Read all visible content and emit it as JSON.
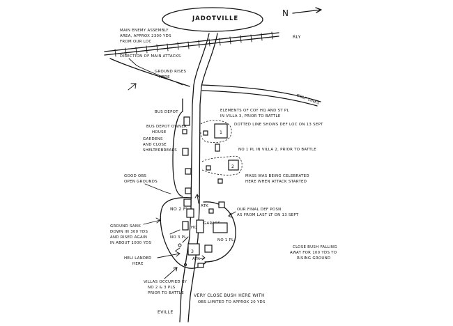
{
  "places": {
    "jadotville": "JADOTVILLE",
    "eville": "EVILLE"
  },
  "north": "N",
  "railway": "RLY",
  "labels": {
    "assembly": [
      "MAIN ENEMY ASSEMBLY",
      "AREA, APPROX 2300 YDS",
      "FROM OUR LOC"
    ],
    "direction": "DIRECTION OF MAIN ATTACKS",
    "ground_rises": [
      "GROUND RISES",
      "HERE"
    ],
    "golf": "GOLF LINKS",
    "bus_depot": "BUS DEPOT",
    "bus_depot_house": [
      "BUS DEPOT OWNER",
      "HOUSE"
    ],
    "gardens": [
      "GARDENS",
      "AND CLOSE",
      "SHELTERBREAKS"
    ],
    "villa3_elements": [
      "ELEMENTS OF COY HQ AND ST PL",
      "IN VILLA 3, PRIOR TO BATTLE"
    ],
    "dotted_line": "DOTTED LINE SHOWS DEF LOC ON 13 SEPT",
    "villa2": "NO 1 PL IN VILLA 2, PRIOR TO BATTLE",
    "mass": [
      "MASS WAS BEING CELEBRATED",
      "HERE WHEN ATTACK STARTED"
    ],
    "good_obs": [
      "GOOD OBS",
      "OPEN GROUNDS"
    ],
    "no2pl": "NO 2 PL",
    "atk_upper": "ATK",
    "final_def": [
      "OUR FINAL DEF POSN",
      "AS FROM LAST LT ON 13 SEPT"
    ],
    "garage": "GARAGE",
    "hq": "HQ",
    "no3pl": "NO 3 PL",
    "no1pl": "NO 1 PL",
    "ground_sank": [
      "GROUND SANK",
      "DOWN IN 300 YDS",
      "AND RISED AGAIN",
      "IN ABOUT 1000 YDS"
    ],
    "close_bush": [
      "CLOSE BUSH FALLING",
      "AWAY FOR 100 YDS TO",
      "RISING GROUND"
    ],
    "heli": [
      "HELI LANDED",
      "HERE"
    ],
    "atk_lower": "ATK",
    "villas_occupied": [
      "VILLAS OCCUPIED BY",
      "NO 2 & 3 PLS",
      "PRIOR TO BATTLE"
    ],
    "very_close_bush": [
      "VERY CLOSE BUSH HERE WITH",
      "OBS LIMITED TO APPROX 20 YDS"
    ]
  },
  "villa_numbers": {
    "v1": "1",
    "v2": "2",
    "v3": "3"
  }
}
